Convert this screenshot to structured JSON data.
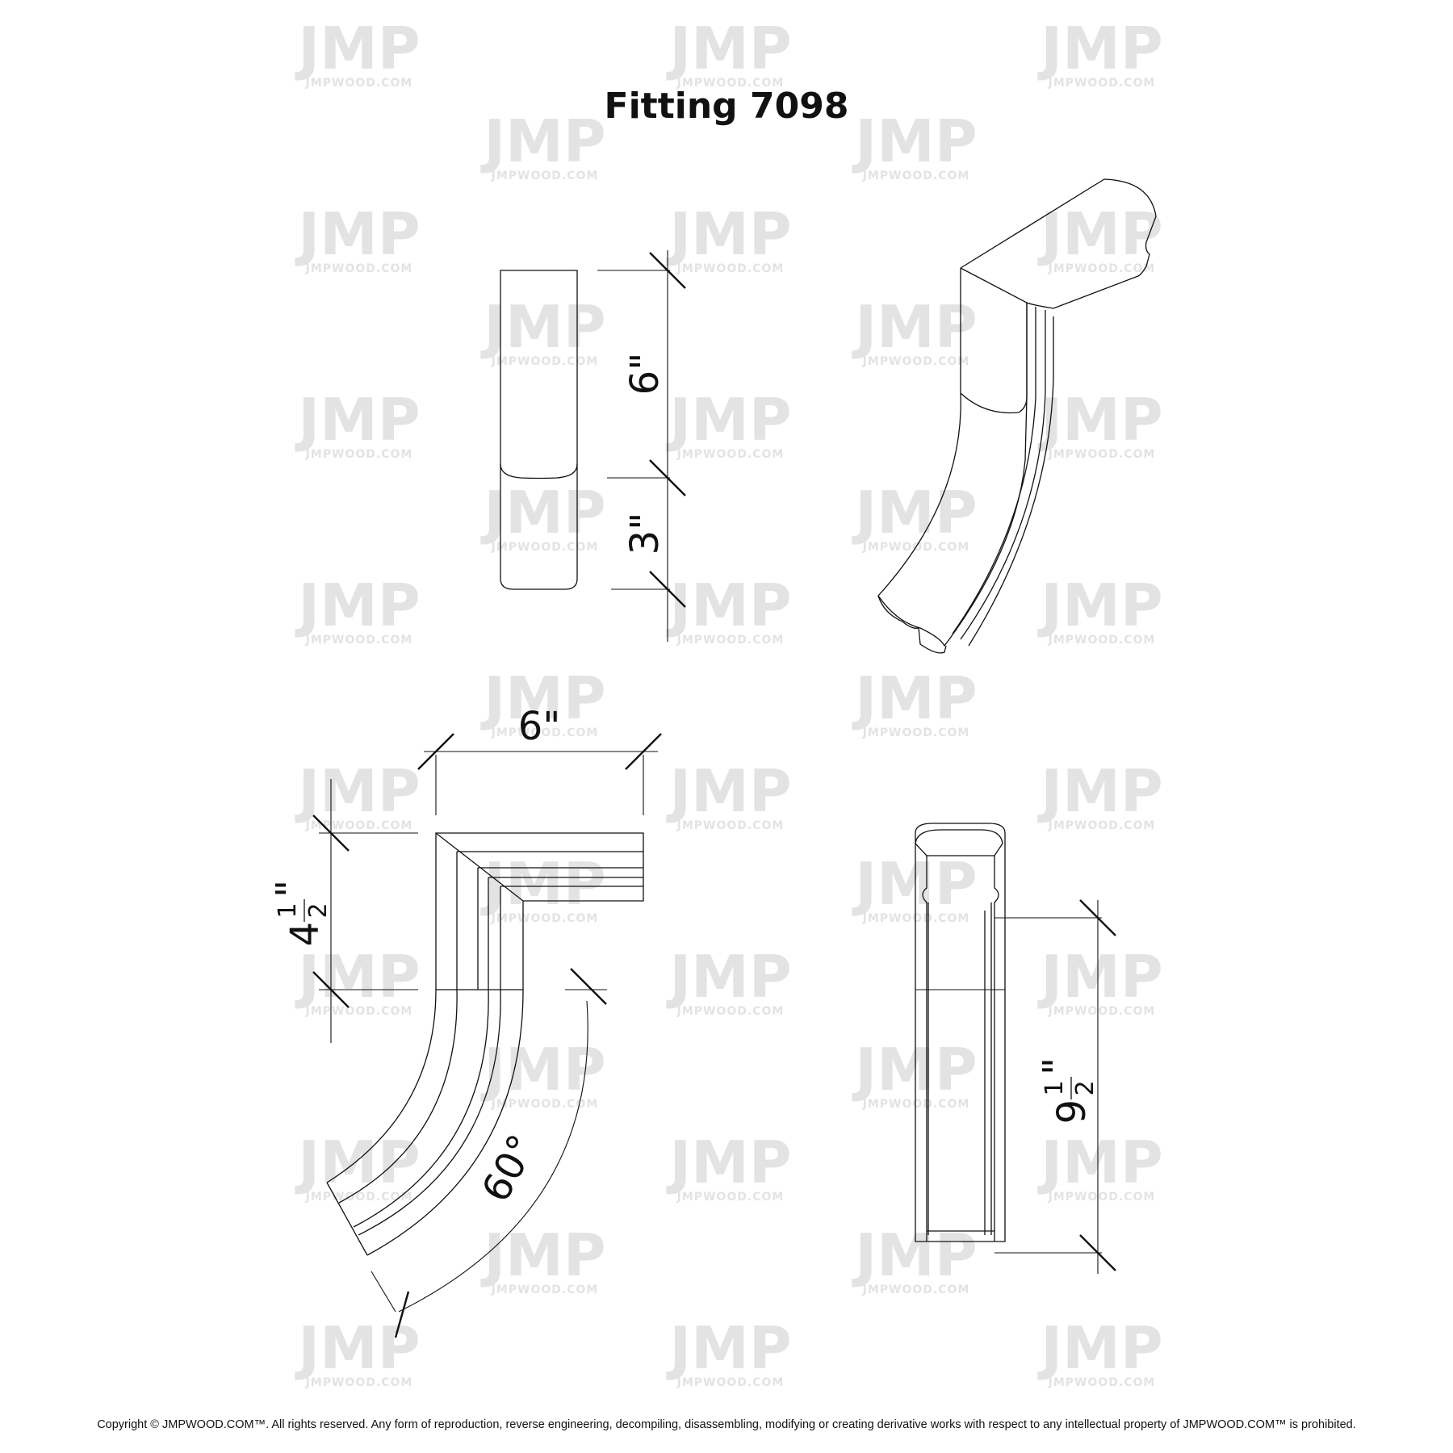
{
  "title": "Fitting 7098",
  "watermark": {
    "logo": "JMP",
    "site": "JMPWOOD.COM"
  },
  "dimensions": {
    "side_top_length": "6\"",
    "side_bottom_length": "3\"",
    "plan_width": "6\"",
    "plan_height_whole": "4",
    "plan_height_num": "1",
    "plan_height_den": "2",
    "plan_height_inch": "\"",
    "angle": "60°",
    "profile_height_whole": "9",
    "profile_height_num": "1",
    "profile_height_den": "2",
    "profile_height_inch": "\""
  },
  "copyright": "Copyright © JMPWOOD.COM™. All rights reserved. Any form of reproduction, reverse engineering, decompiling, disassembling, modifying or creating derivative works with respect to any intellectual property of JMPWOOD.COM™ is prohibited.",
  "colors": {
    "line": "#111111",
    "watermark": "#e3e3e3",
    "background": "#ffffff"
  }
}
